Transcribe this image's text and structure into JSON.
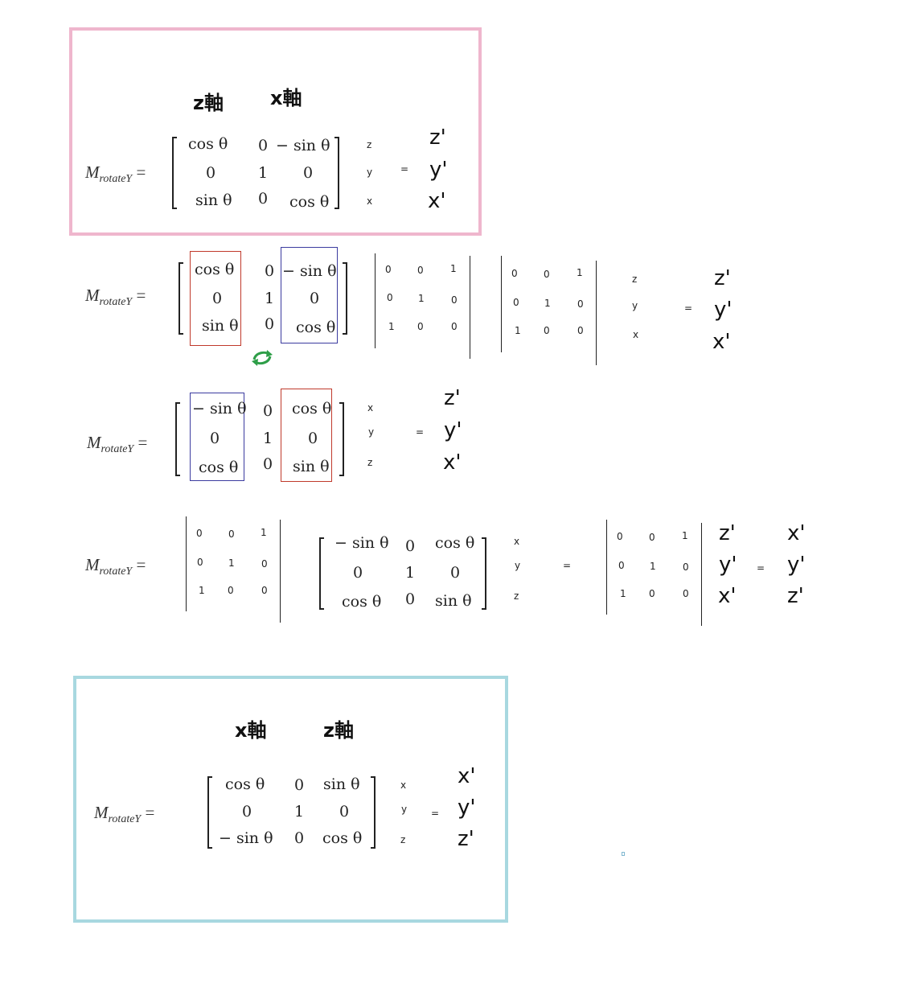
{
  "colors": {
    "pink_frame": "#efb6cd",
    "blue_frame": "#a8d8e0",
    "red_highlight": "#c0392b",
    "blue_highlight": "#3b3b9f",
    "swap_icon": "#2e9e48"
  },
  "label": {
    "m": "M",
    "sub": "rotateY",
    "eq": "="
  },
  "section1": {
    "heads": [
      "z軸",
      "x軸"
    ],
    "matrix": [
      [
        "cos θ",
        "0",
        "− sin θ"
      ],
      [
        "0",
        "1",
        "0"
      ],
      [
        "sin θ",
        "0",
        "cos θ"
      ]
    ],
    "vector": [
      "z",
      "y",
      "x"
    ],
    "eq": "=",
    "result": [
      "z'",
      "y'",
      "x'"
    ]
  },
  "section2": {
    "matrix": [
      [
        "cos θ",
        "0",
        "− sin θ"
      ],
      [
        "0",
        "1",
        "0"
      ],
      [
        "sin θ",
        "0",
        "cos θ"
      ]
    ],
    "perm1": [
      [
        "0",
        "0",
        "1"
      ],
      [
        "0",
        "1",
        "0"
      ],
      [
        "1",
        "0",
        "0"
      ]
    ],
    "perm2": [
      [
        "0",
        "0",
        "1"
      ],
      [
        "0",
        "1",
        "0"
      ],
      [
        "1",
        "0",
        "0"
      ]
    ],
    "vector": [
      "z",
      "y",
      "x"
    ],
    "eq": "=",
    "result": [
      "z'",
      "y'",
      "x'"
    ]
  },
  "section3": {
    "matrix": [
      [
        "− sin θ",
        "0",
        "cos θ"
      ],
      [
        "0",
        "1",
        "0"
      ],
      [
        "cos θ",
        "0",
        "sin θ"
      ]
    ],
    "vector": [
      "x",
      "y",
      "z"
    ],
    "eq": "=",
    "result": [
      "z'",
      "y'",
      "x'"
    ]
  },
  "section4": {
    "perm1": [
      [
        "0",
        "0",
        "1"
      ],
      [
        "0",
        "1",
        "0"
      ],
      [
        "1",
        "0",
        "0"
      ]
    ],
    "matrix": [
      [
        "− sin θ",
        "0",
        "cos θ"
      ],
      [
        "0",
        "1",
        "0"
      ],
      [
        "cos θ",
        "0",
        "sin θ"
      ]
    ],
    "vector": [
      "x",
      "y",
      "z"
    ],
    "eq1": "=",
    "perm2": [
      [
        "0",
        "0",
        "1"
      ],
      [
        "0",
        "1",
        "0"
      ],
      [
        "1",
        "0",
        "0"
      ]
    ],
    "result1": [
      "z'",
      "y'",
      "x'"
    ],
    "eq2": "=",
    "result2": [
      "x'",
      "y'",
      "z'"
    ]
  },
  "section5": {
    "heads": [
      "x軸",
      "z軸"
    ],
    "matrix": [
      [
        "cos θ",
        "0",
        "sin θ"
      ],
      [
        "0",
        "1",
        "0"
      ],
      [
        "− sin θ",
        "0",
        "cos θ"
      ]
    ],
    "vector": [
      "x",
      "y",
      "z"
    ],
    "eq": "=",
    "result": [
      "x'",
      "y'",
      "z'"
    ]
  }
}
